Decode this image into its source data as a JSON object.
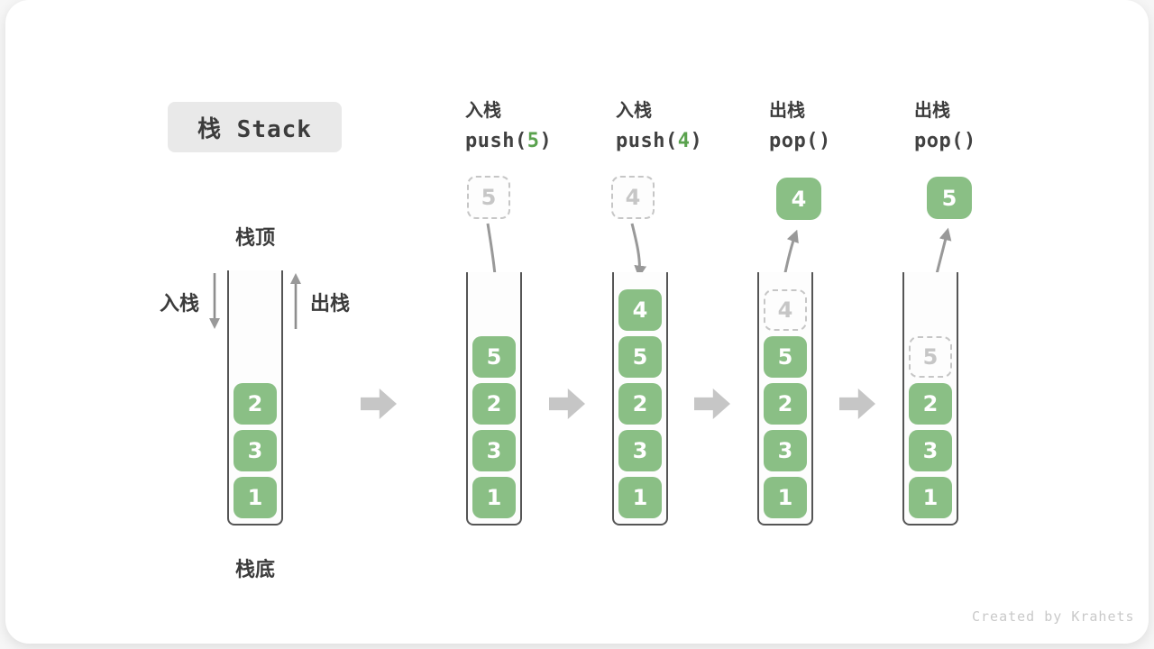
{
  "title": "栈 Stack",
  "credit": "Created by Krahets",
  "labels": {
    "stack_top": "栈顶",
    "stack_bottom": "栈底",
    "push_side": "入栈",
    "pop_side": "出栈"
  },
  "operations": [
    {
      "name": "入栈",
      "code_pre": "push(",
      "code_arg": "5",
      "code_post": ")"
    },
    {
      "name": "入栈",
      "code_pre": "push(",
      "code_arg": "4",
      "code_post": ")"
    },
    {
      "name": "出栈",
      "code_pre": "pop(",
      "code_arg": "",
      "code_post": ")"
    },
    {
      "name": "出栈",
      "code_pre": "pop(",
      "code_arg": "",
      "code_post": ")"
    }
  ],
  "floating": {
    "push5_incoming": "5",
    "push4_incoming": "4",
    "pop4_result": "4",
    "pop5_result": "5"
  },
  "stacks": {
    "initial": [
      "2",
      "3",
      "1"
    ],
    "after_push5": [
      "5",
      "2",
      "3",
      "1"
    ],
    "after_push4": [
      "4",
      "5",
      "2",
      "3",
      "1"
    ],
    "after_pop4": {
      "ghost": "4",
      "blocks": [
        "5",
        "2",
        "3",
        "1"
      ]
    },
    "after_pop5": {
      "ghost": "5",
      "blocks": [
        "2",
        "3",
        "1"
      ]
    }
  },
  "colors": {
    "block_green": "#8abf85",
    "code_green": "#5aa24e",
    "label_dark": "#3c3c3c",
    "ghost_gray": "#c6c6c6",
    "arrow_gray": "#999999",
    "big_arrow_gray": "#c6c6c6",
    "title_bg": "#e9e9e9",
    "credit_gray": "#c9c9c9",
    "wall_gray": "#555555"
  }
}
